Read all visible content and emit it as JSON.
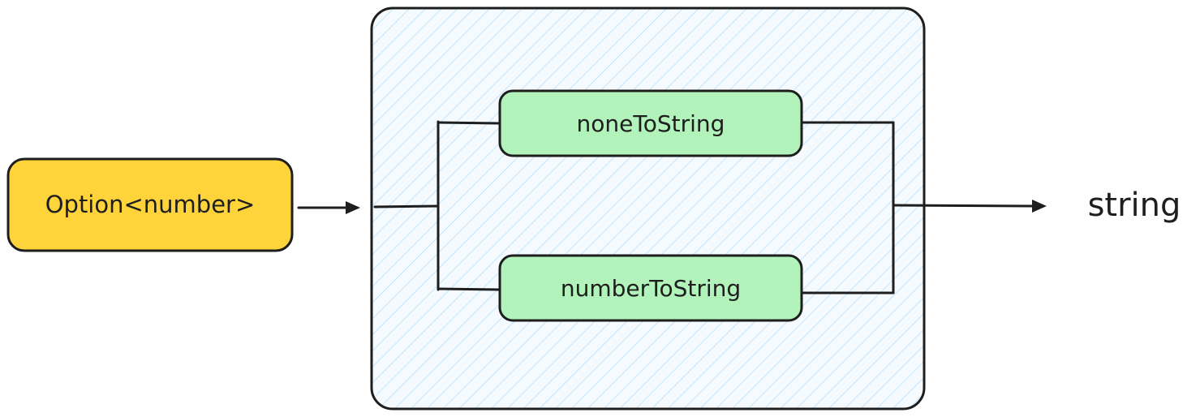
{
  "nodes": {
    "input": {
      "label": "Option<number>",
      "fill": "#ffd43b"
    },
    "none_branch": {
      "label": "noneToString",
      "fill": "#b2f2bb"
    },
    "number_branch": {
      "label": "numberToString",
      "fill": "#b2f2bb"
    },
    "output": {
      "label": "string"
    }
  },
  "container": {
    "hatch_color": "#a5d8ff",
    "fill": "#f4fafe"
  },
  "colors": {
    "stroke": "#1e1e1e"
  }
}
